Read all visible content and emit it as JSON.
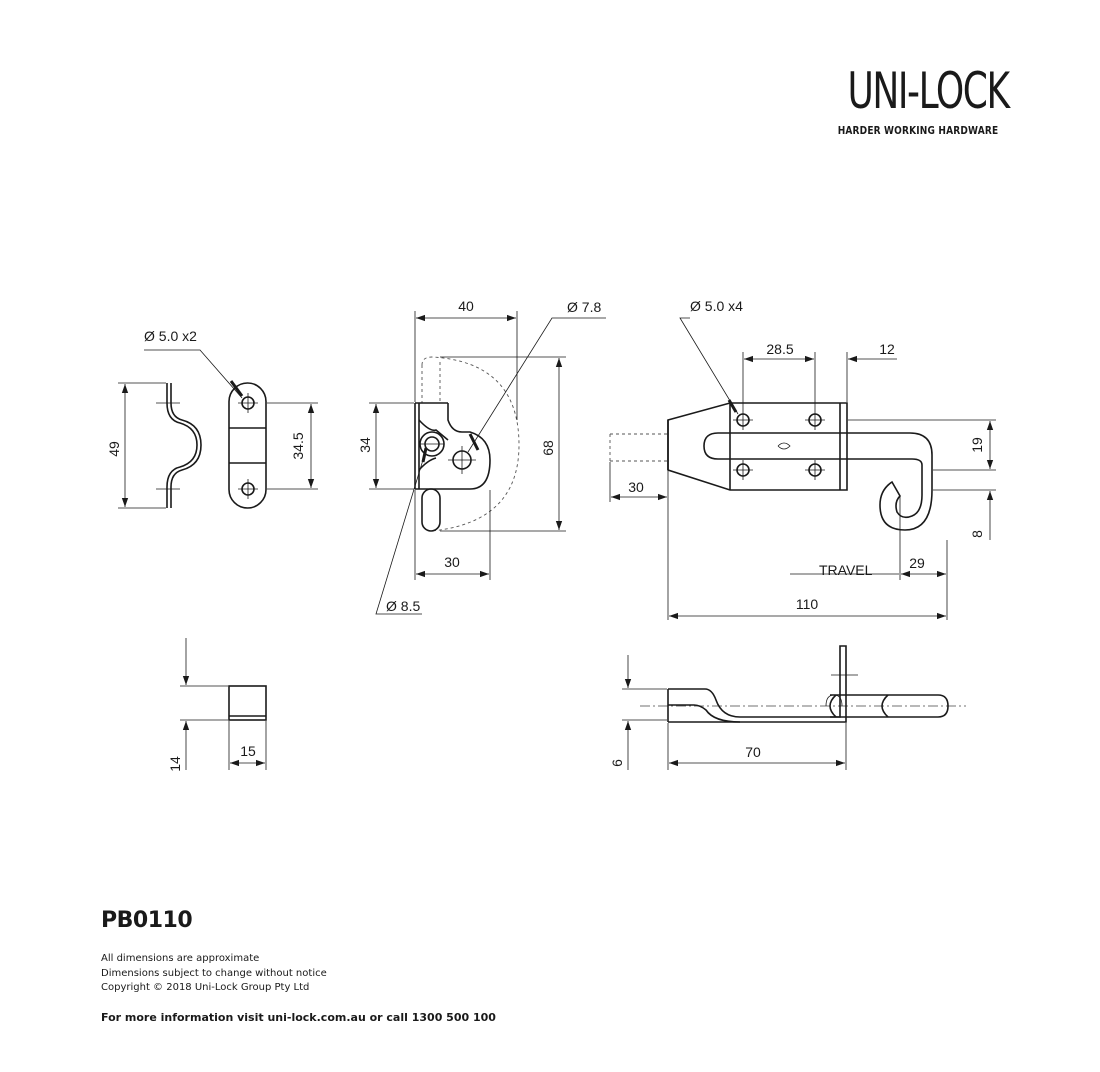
{
  "brand": {
    "name": "UNI-LOCK",
    "tagline": "HARDER WORKING HARDWARE"
  },
  "product": {
    "code": "PB0110"
  },
  "notes": [
    "All dimensions are approximate",
    "Dimensions subject to change without notice",
    "Copyright © 2018 Uni-Lock Group Pty Ltd"
  ],
  "footer": {
    "contact": "For more information visit uni-lock.com.au or call 1300 500 100"
  },
  "dimensions": {
    "staple_holes": "Ø 5.0 x2",
    "staple_height": "49",
    "staple_hole_spacing": "34.5",
    "staple_depth": "14",
    "staple_width": "15",
    "keeper_width": "40",
    "keeper_pivot_hole": "Ø 7.8",
    "keeper_height": "34",
    "keeper_swing": "68",
    "keeper_base": "30",
    "keeper_hole": "Ø 8.5",
    "bolt_holes": "Ø 5.0 x4",
    "bolt_hole_spacing": "28.5",
    "bolt_end_offset": "12",
    "bolt_hook_height": "19",
    "bolt_hook_gap": "8",
    "bolt_overhang": "30",
    "travel_label": "TRAVEL",
    "travel": "29",
    "bolt_length": "110",
    "plate_length": "70",
    "plate_thickness": "6"
  },
  "colors": {
    "ink": "#1a1a1a",
    "background": "#ffffff"
  }
}
